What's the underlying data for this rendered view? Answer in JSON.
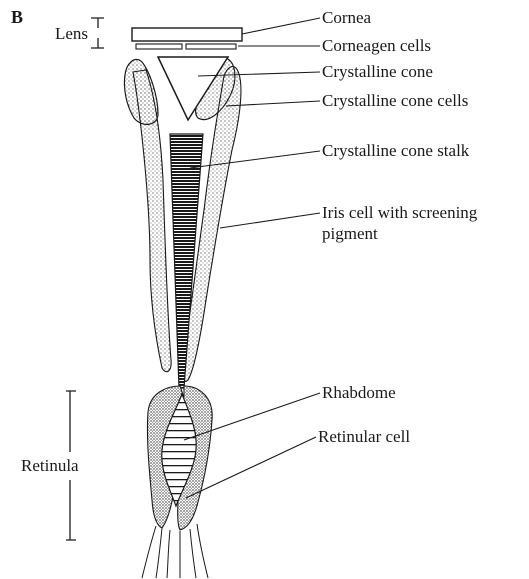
{
  "panel_letter": "B",
  "brackets": {
    "lens": "Lens",
    "retinula": "Retinula"
  },
  "labels": {
    "cornea": "Cornea",
    "corneagen_cells": "Corneagen cells",
    "crystalline_cone": "Crystalline cone",
    "crystalline_cone_cells": "Crystalline cone cells",
    "crystalline_cone_stalk": "Crystalline cone stalk",
    "iris_cell": "Iris cell with screening pigment",
    "rhabdome": "Rhabdome",
    "retinular_cell": "Retinular cell"
  },
  "colors": {
    "ink": "#1a1a1a",
    "background": "#ffffff"
  }
}
